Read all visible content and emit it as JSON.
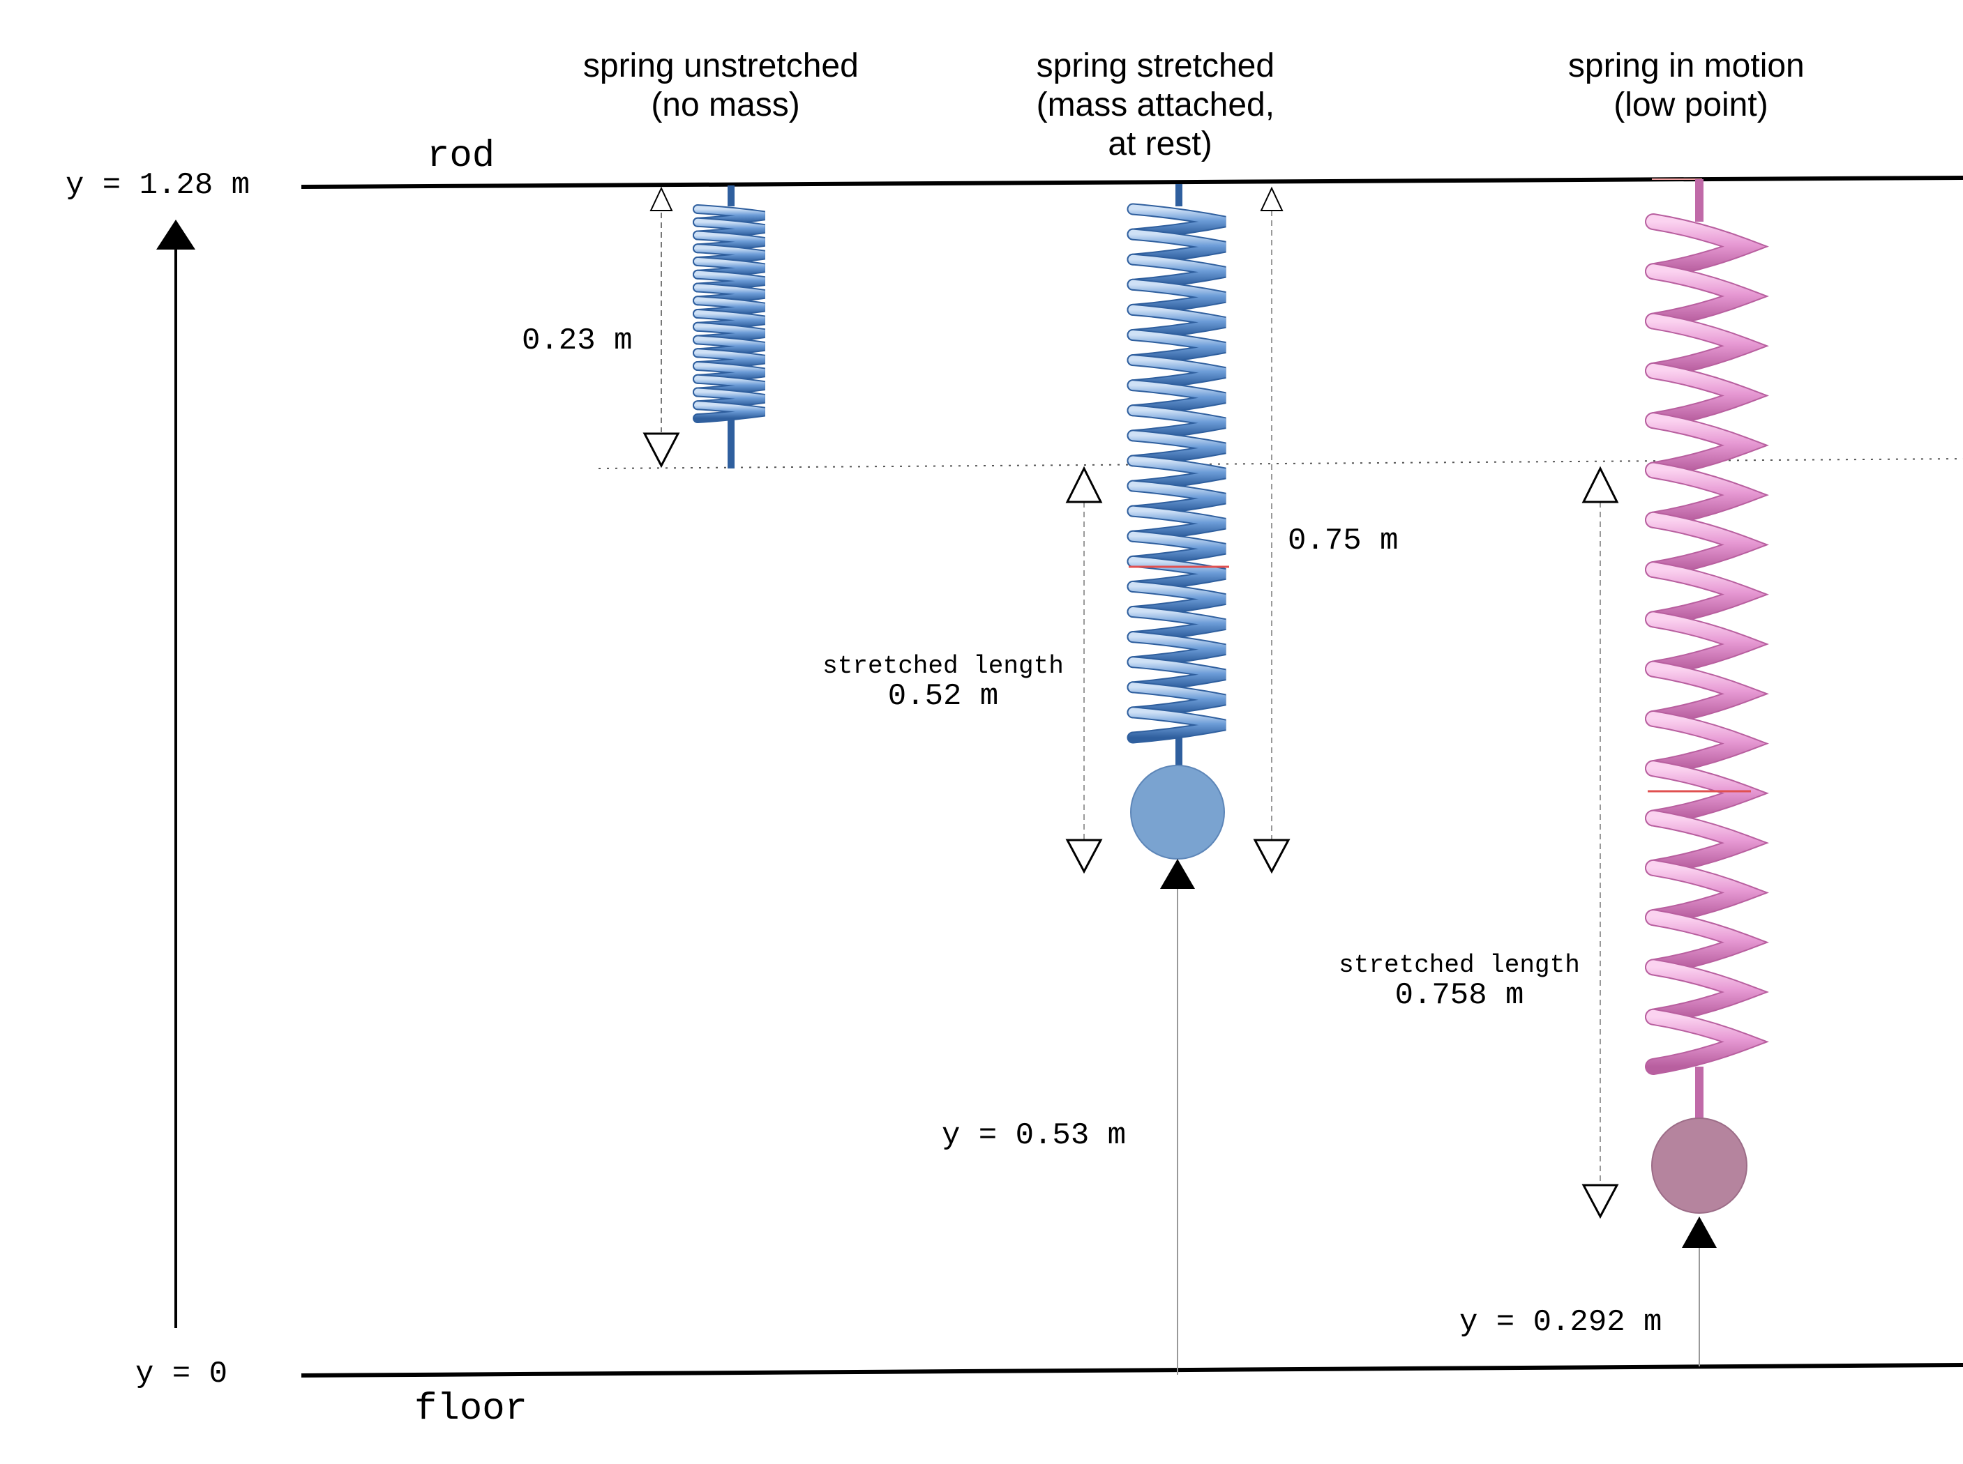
{
  "labels": {
    "rod": "rod",
    "floor": "floor",
    "rod_height": "y = 1.28 m",
    "floor_height": "y = 0"
  },
  "panels": [
    {
      "title_lines": [
        "spring unstretched",
        "(no mass)"
      ],
      "length_label": "0.23 m",
      "color": "#5b8fd0"
    },
    {
      "title_lines": [
        "spring stretched",
        "(mass attached,",
        "at rest)"
      ],
      "stretch_caption": "stretched length",
      "stretch_value": "0.52 m",
      "total_label": "0.75 m",
      "mass_height": "y = 0.53 m",
      "color": "#5b8fd0",
      "mass_color": "#7aa3d0"
    },
    {
      "title_lines": [
        "spring in motion",
        "(low point)"
      ],
      "stretch_caption": "stretched length",
      "stretch_value": "0.758 m",
      "mass_height": "y = 0.292 m",
      "color": "#e79ad4",
      "mass_color": "#b5849e"
    }
  ]
}
